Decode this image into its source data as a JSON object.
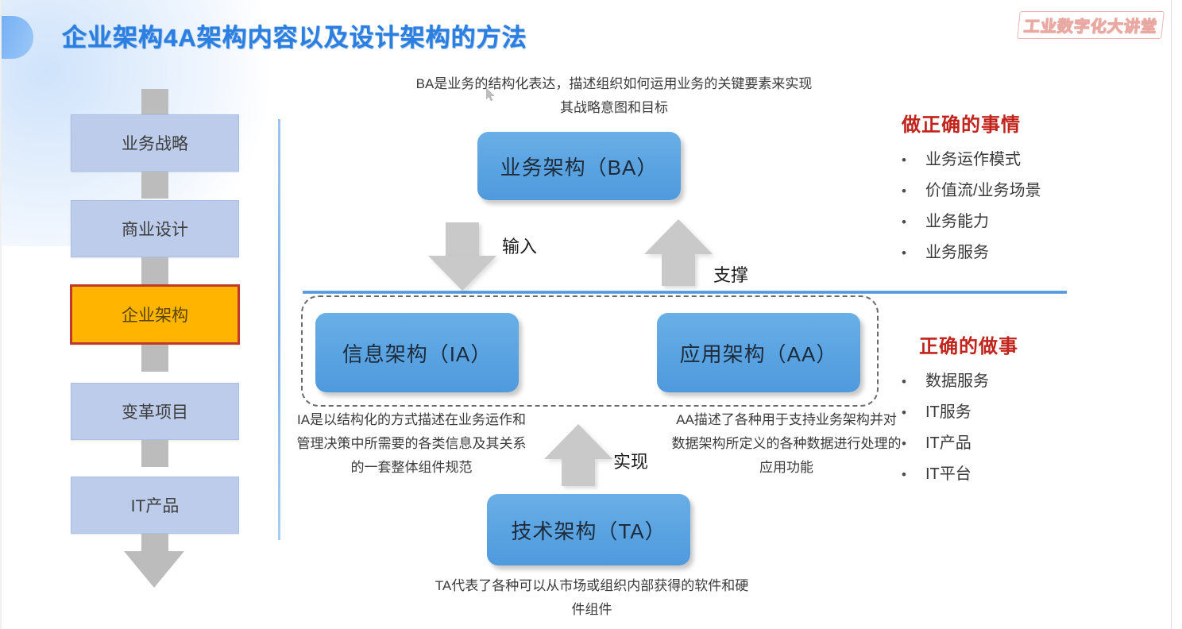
{
  "header": {
    "title": "企业架构4A架构内容以及设计架构的方法",
    "brand": "工业数字化大讲堂",
    "title_color": "#2b7fe0",
    "brand_color": "#eeb6b0"
  },
  "flow": {
    "items": [
      {
        "label": "业务战略",
        "active": false
      },
      {
        "label": "商业设计",
        "active": false
      },
      {
        "label": "企业架构",
        "active": true
      },
      {
        "label": "变革项目",
        "active": false
      },
      {
        "label": "IT产品",
        "active": false
      }
    ],
    "box_color": "#bcccea",
    "active_color": "#ffb400",
    "active_border": "#c0392b",
    "connector_color": "#bcbcbc"
  },
  "architecture": {
    "boxes": [
      {
        "id": "ba",
        "label": "业务架构（BA）"
      },
      {
        "id": "ia",
        "label": "信息架构（IA）"
      },
      {
        "id": "aa",
        "label": "应用架构（AA）"
      },
      {
        "id": "ta",
        "label": "技术架构（TA）"
      }
    ],
    "box_color": "#5ba4e2",
    "arrows": [
      {
        "id": "input",
        "label": "输入",
        "direction": "down"
      },
      {
        "id": "support",
        "label": "支撑",
        "direction": "up"
      },
      {
        "id": "realize",
        "label": "实现",
        "direction": "up"
      }
    ],
    "captions": {
      "ba": "BA是业务的结构化表达，描述组织如何运用业务的关键要素来实现其战略意图和目标",
      "ia": "IA是以结构化的方式描述在业务运作和管理决策中所需要的各类信息及其关系的一套整体组件规范",
      "aa": "AA描述了各种用于支持业务架构并对数据架构所定义的各种数据进行处理的应用功能",
      "ta": "TA代表了各种可以从市场或组织内部获得的软件和硬件组件"
    }
  },
  "panels": [
    {
      "id": "right-things",
      "title": "做正确的事情",
      "bullet": "•",
      "items": [
        "业务运作模式",
        "价值流/业务场景",
        "业务能力",
        "业务服务"
      ]
    },
    {
      "id": "right-way",
      "title": "正确的做事",
      "bullet": "•",
      "items": [
        "数据服务",
        "IT服务",
        "IT产品",
        "IT平台"
      ]
    }
  ],
  "accents": {
    "panel_title_color": "#c0241c",
    "divider_color": "#7fb2e6",
    "rule_color": "#4b93d8",
    "dashed_border_color": "#6b6b6b"
  }
}
